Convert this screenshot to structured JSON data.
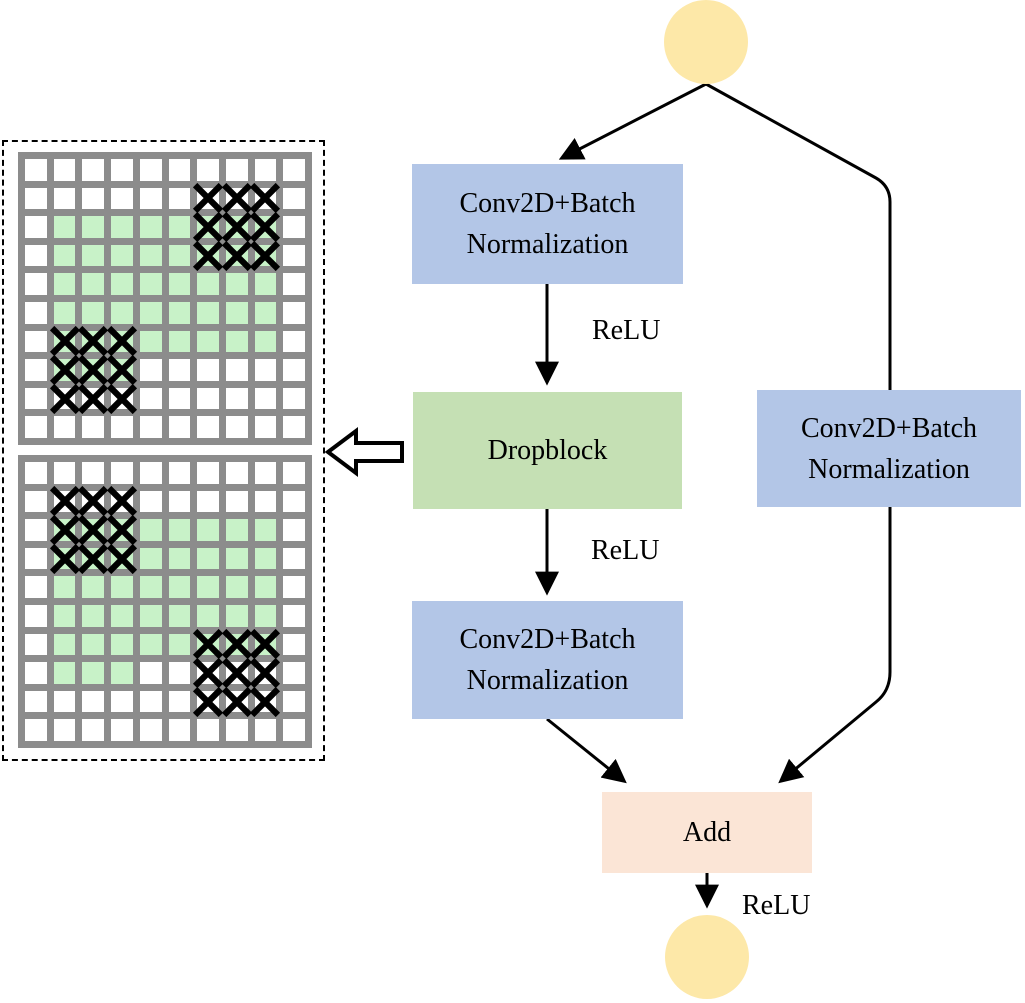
{
  "nodes": {
    "conv1": {
      "line1": "Conv2D+Batch",
      "line2": "Normalization"
    },
    "dropblock": {
      "label": "Dropblock"
    },
    "conv2": {
      "line1": "Conv2D+Batch",
      "line2": "Normalization"
    },
    "shortcut": {
      "line1": "Conv2D+Batch",
      "line2": "Normalization"
    },
    "add": {
      "label": "Add"
    }
  },
  "edge_labels": {
    "relu1": "ReLU",
    "relu2": "ReLU",
    "relu3": "ReLU"
  },
  "colors": {
    "box_blue": "#B3C6E7",
    "box_green": "#C5E0B4",
    "box_peach": "#FBE5D6",
    "node_yellow": "#FDE8A8",
    "grid_green": "#C8F2C8",
    "grid_line": "#8C8C8C",
    "line_black": "#000000"
  },
  "dropblock_grids": {
    "legend_note": "cells: . = empty, g = green active, X = dropped mark on white, G = dropped mark on green",
    "top": [
      "..........",
      "......XXX.",
      ".gggggGGG.",
      ".gggggGGG.",
      ".gggggggg.",
      ".gggggggg.",
      ".GGGggggg.",
      ".GGG......",
      ".XXX......",
      ".........."
    ],
    "bottom": [
      "..........",
      ".XXX......",
      ".GGGggggg.",
      ".GGGggggg.",
      ".gggggggg.",
      ".gggggggg.",
      ".gggggGGG.",
      ".ggg..XXX.",
      "......XXX.",
      ".........."
    ]
  }
}
